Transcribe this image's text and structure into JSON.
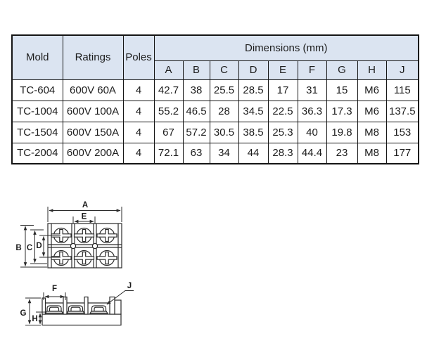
{
  "table": {
    "headers": {
      "mold": "Mold",
      "ratings": "Ratings",
      "poles": "Poles",
      "dimensions_group": "Dimensions (mm)",
      "dims": [
        "A",
        "B",
        "C",
        "D",
        "E",
        "F",
        "G",
        "H",
        "J"
      ]
    },
    "rows": [
      [
        "TC-604",
        "600V 60A",
        "4",
        "42.7",
        "38",
        "25.5",
        "28.5",
        "17",
        "31",
        "15",
        "M6",
        "115"
      ],
      [
        "TC-1004",
        "600V 100A",
        "4",
        "55.2",
        "46.5",
        "28",
        "34.5",
        "22.5",
        "36.3",
        "17.3",
        "M6",
        "137.5"
      ],
      [
        "TC-1504",
        "600V 150A",
        "4",
        "67",
        "57.2",
        "30.5",
        "38.5",
        "25.3",
        "40",
        "19.8",
        "M8",
        "153"
      ],
      [
        "TC-2004",
        "600V 200A",
        "4",
        "72.1",
        "63",
        "34",
        "44",
        "28.3",
        "44.4",
        "23",
        "M8",
        "177"
      ]
    ]
  },
  "diagram": {
    "top_view_labels": {
      "A": "A",
      "B": "B",
      "C": "C",
      "D": "D",
      "E": "E"
    },
    "side_view_labels": {
      "F": "F",
      "G": "G",
      "H": "H",
      "J": "J"
    }
  },
  "colors": {
    "header_bg": "#dbe4f1",
    "table_border": "#151515",
    "drawing_line": "#2a2a2a",
    "text": "#1c1c1c"
  }
}
